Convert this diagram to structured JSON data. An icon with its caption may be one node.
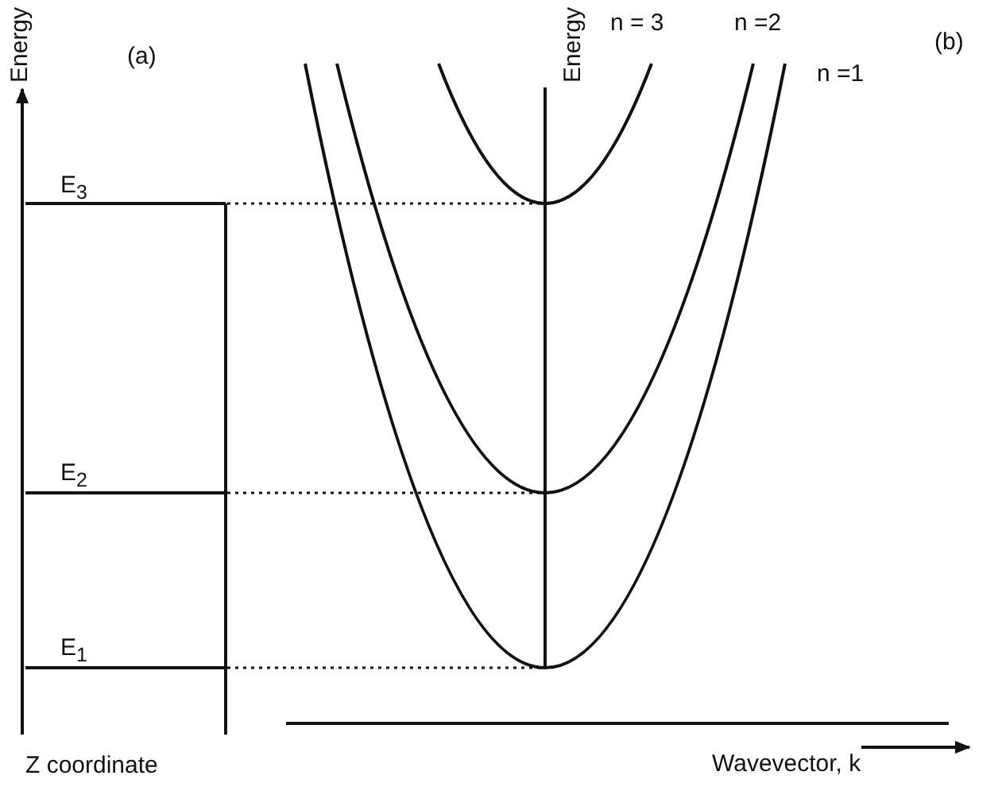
{
  "diagram": {
    "labels": [
      "Energy",
      "(a)",
      "E$_{3}$",
      "E$_{2}$",
      "E$_{1}$",
      "Z coordinate",
      "Energy",
      "n = 3",
      "n =2",
      "(b)",
      "n =1",
      "Wavevector, k"
    ]
  }
}
